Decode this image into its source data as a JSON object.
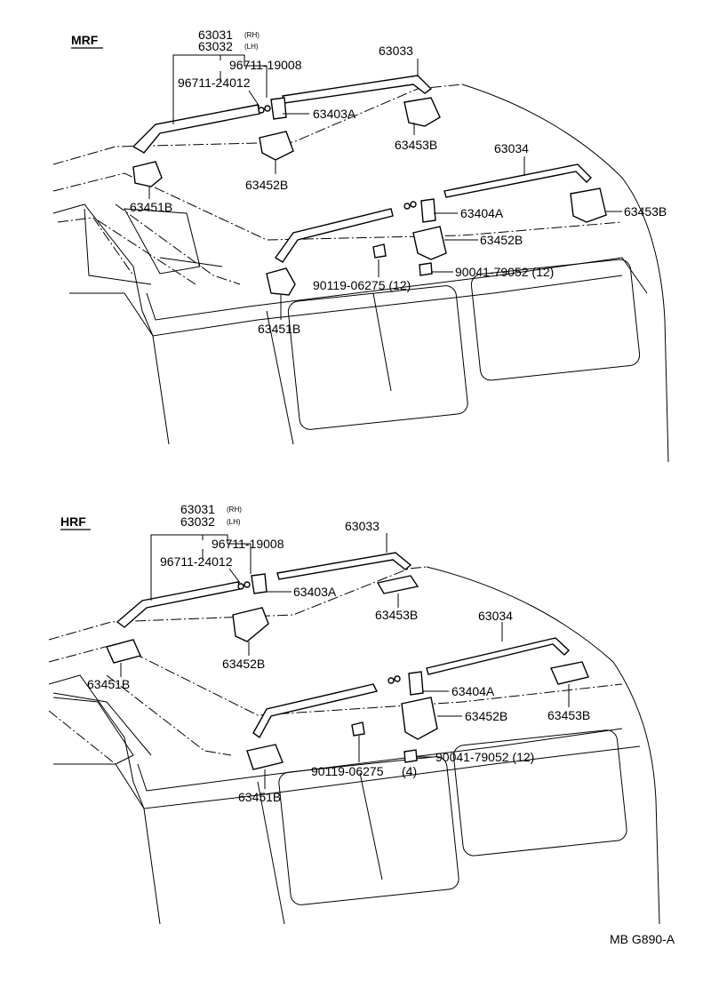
{
  "panels": {
    "mrf": {
      "section_label": "MRF",
      "labels": {
        "p63031": "63031",
        "p63031_suffix": "(RH)",
        "p63032": "63032",
        "p63032_suffix": "(LH)",
        "p96711_19008": "96711-19008",
        "p96711_24012": "96711-24012",
        "p63033": "63033",
        "p63403A": "63403A",
        "p63453B_top": "63453B",
        "p63452B_left": "63452B",
        "p63034": "63034",
        "p63451B_left": "63451B",
        "p63404A": "63404A",
        "p63453B_right": "63453B",
        "p63452B_right": "63452B",
        "p90041": "90041-79052 (12)",
        "p90119": "90119-06275 (12)",
        "p63451B_bottom": "63451B"
      }
    },
    "hrf": {
      "section_label": "HRF",
      "labels": {
        "p63031": "63031",
        "p63031_suffix": "(RH)",
        "p63032": "63032",
        "p63032_suffix": "(LH)",
        "p96711_19008": "96711-19008",
        "p96711_24012": "96711-24012",
        "p63033": "63033",
        "p63403A": "63403A",
        "p63453B_top": "63453B",
        "p63452B_left": "63452B",
        "p63034": "63034",
        "p63451B_left": "63451B",
        "p63404A": "63404A",
        "p63452B_right": "63452B",
        "p63453B_right": "63453B",
        "p90041": "90041-79052 (12)",
        "p90119": "90119-06275",
        "p90119_qty": "(4)",
        "p63451B_bottom": "63451B"
      }
    }
  },
  "footer": {
    "drawing_code": "MB G890-A"
  }
}
